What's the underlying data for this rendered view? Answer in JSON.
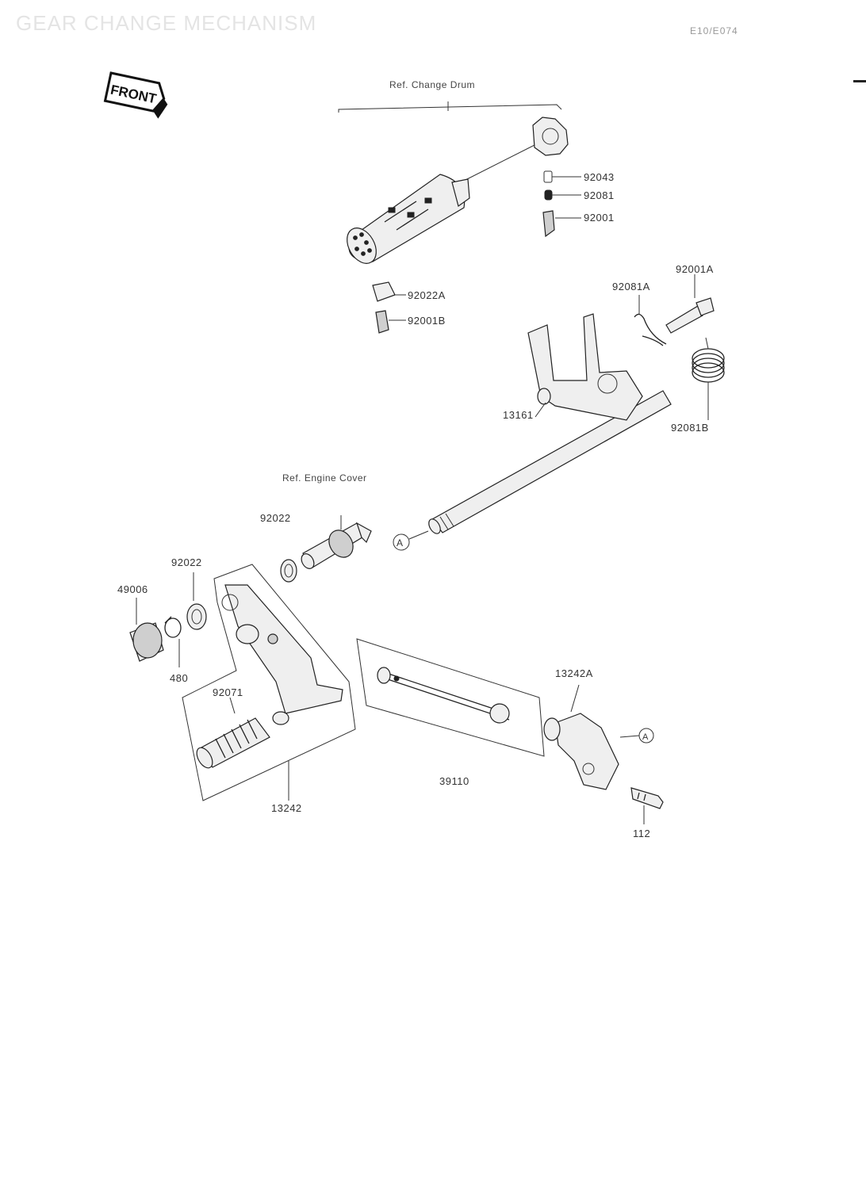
{
  "header": {
    "title": "GEAR CHANGE MECHANISM",
    "code": "E10/E074"
  },
  "badge": {
    "front": "FRONT"
  },
  "refs": {
    "change_drum": "Ref. Change Drum",
    "engine_cover": "Ref. Engine Cover"
  },
  "markers": {
    "a1": "A",
    "a2": "A"
  },
  "parts": {
    "p92043": "92043",
    "p92081": "92081",
    "p92001": "92001",
    "p92022A": "92022A",
    "p92001B": "92001B",
    "p92081A": "92081A",
    "p92001A": "92001A",
    "p13161": "13161",
    "p92081B": "92081B",
    "p92022_top": "92022",
    "p92022_left": "92022",
    "p49006": "49006",
    "p480": "480",
    "p92071": "92071",
    "p13242": "13242",
    "p13242A": "13242A",
    "p39110": "39110",
    "p112": "112"
  }
}
